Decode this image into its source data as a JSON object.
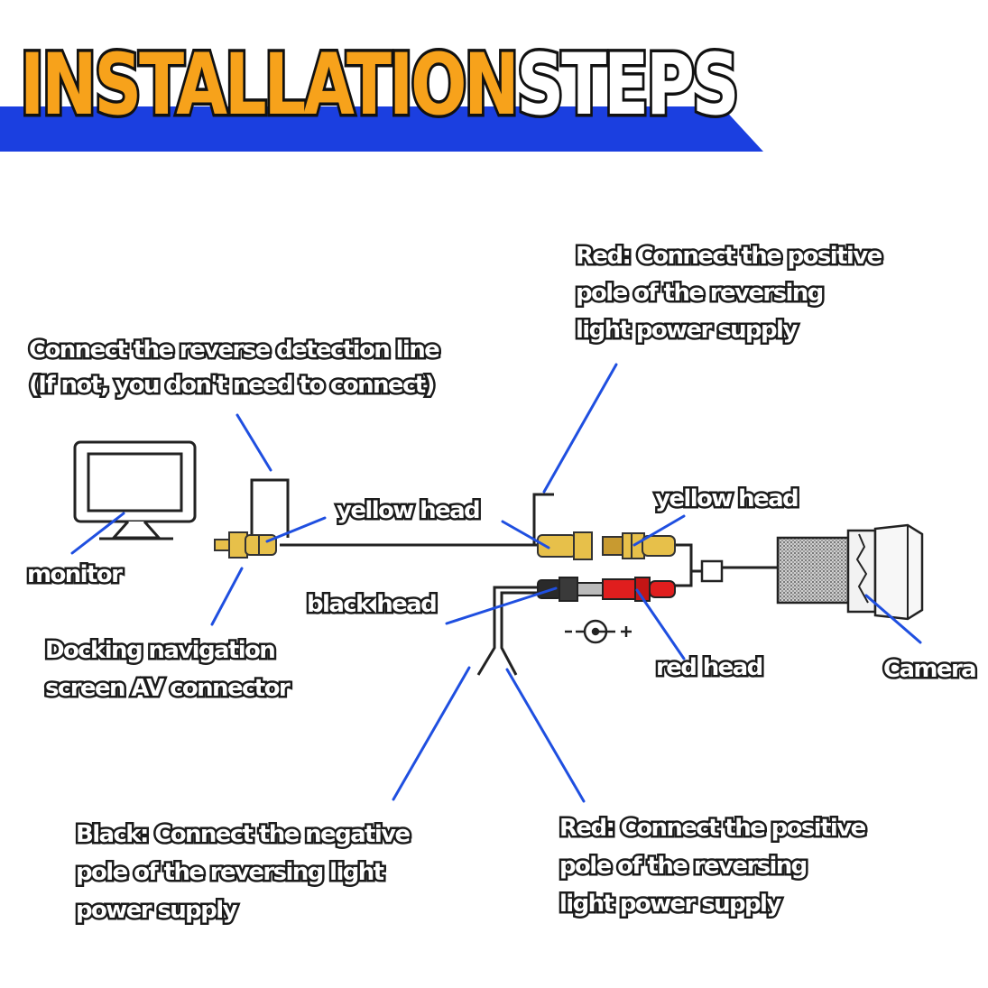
{
  "title": {
    "part1": "INSTALLATION",
    "part2": "STEPS"
  },
  "colors": {
    "banner_blue": "#1b3fe0",
    "title_orange": "#f7a21b",
    "leader_blue": "#1f4fe0",
    "yellow_plug": "#e7c04a",
    "red_plug": "#e01e1e",
    "black_plug": "#2a2a2a"
  },
  "labels": {
    "reverse_detection": [
      "Connect the reverse detection line",
      "(If not, you don't need to connect)"
    ],
    "red_top": [
      "Red: Connect the positive",
      "pole of the reversing",
      "light power supply"
    ],
    "yellow_head_left": "yellow head",
    "yellow_head_right": "yellow head",
    "monitor": "monitor",
    "black_head": "black head",
    "docking": [
      "Docking navigation",
      "screen AV connector"
    ],
    "red_head": "red head",
    "camera": "Camera",
    "black_bottom": [
      "Black: Connect the negative",
      "pole of the reversing light",
      "power supply"
    ],
    "red_bottom": [
      "Red: Connect the positive",
      "pole of the reversing",
      "light power supply"
    ]
  },
  "icons": [
    "monitor-icon",
    "camera-icon",
    "dc-power-symbol",
    "rca-plug-yellow",
    "rca-plug-red",
    "rca-plug-black"
  ]
}
